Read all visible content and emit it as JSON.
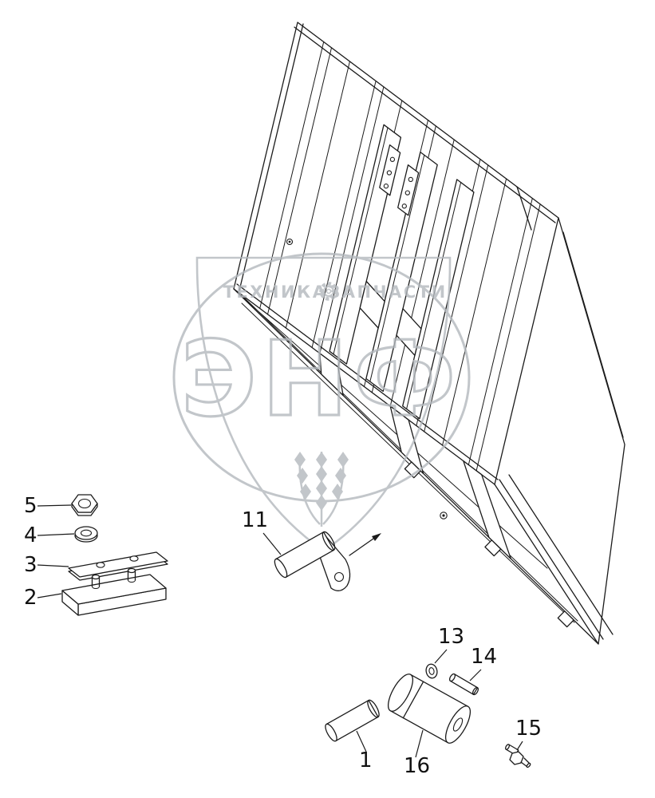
{
  "page": {
    "background": "#ffffff"
  },
  "drawing": {
    "line_color": "#1b1b1b"
  },
  "watermark": {
    "brand_left": "ТЕХНИКА",
    "brand_right": "ЗАПЧАСТИ",
    "monogram": "ЭНФ",
    "color": "#b3b8bd"
  },
  "callouts": [
    {
      "label": "5"
    },
    {
      "label": "4"
    },
    {
      "label": "3"
    },
    {
      "label": "2"
    },
    {
      "label": "11"
    },
    {
      "label": "13"
    },
    {
      "label": "14"
    },
    {
      "label": "1"
    },
    {
      "label": "16"
    },
    {
      "label": "15"
    }
  ]
}
